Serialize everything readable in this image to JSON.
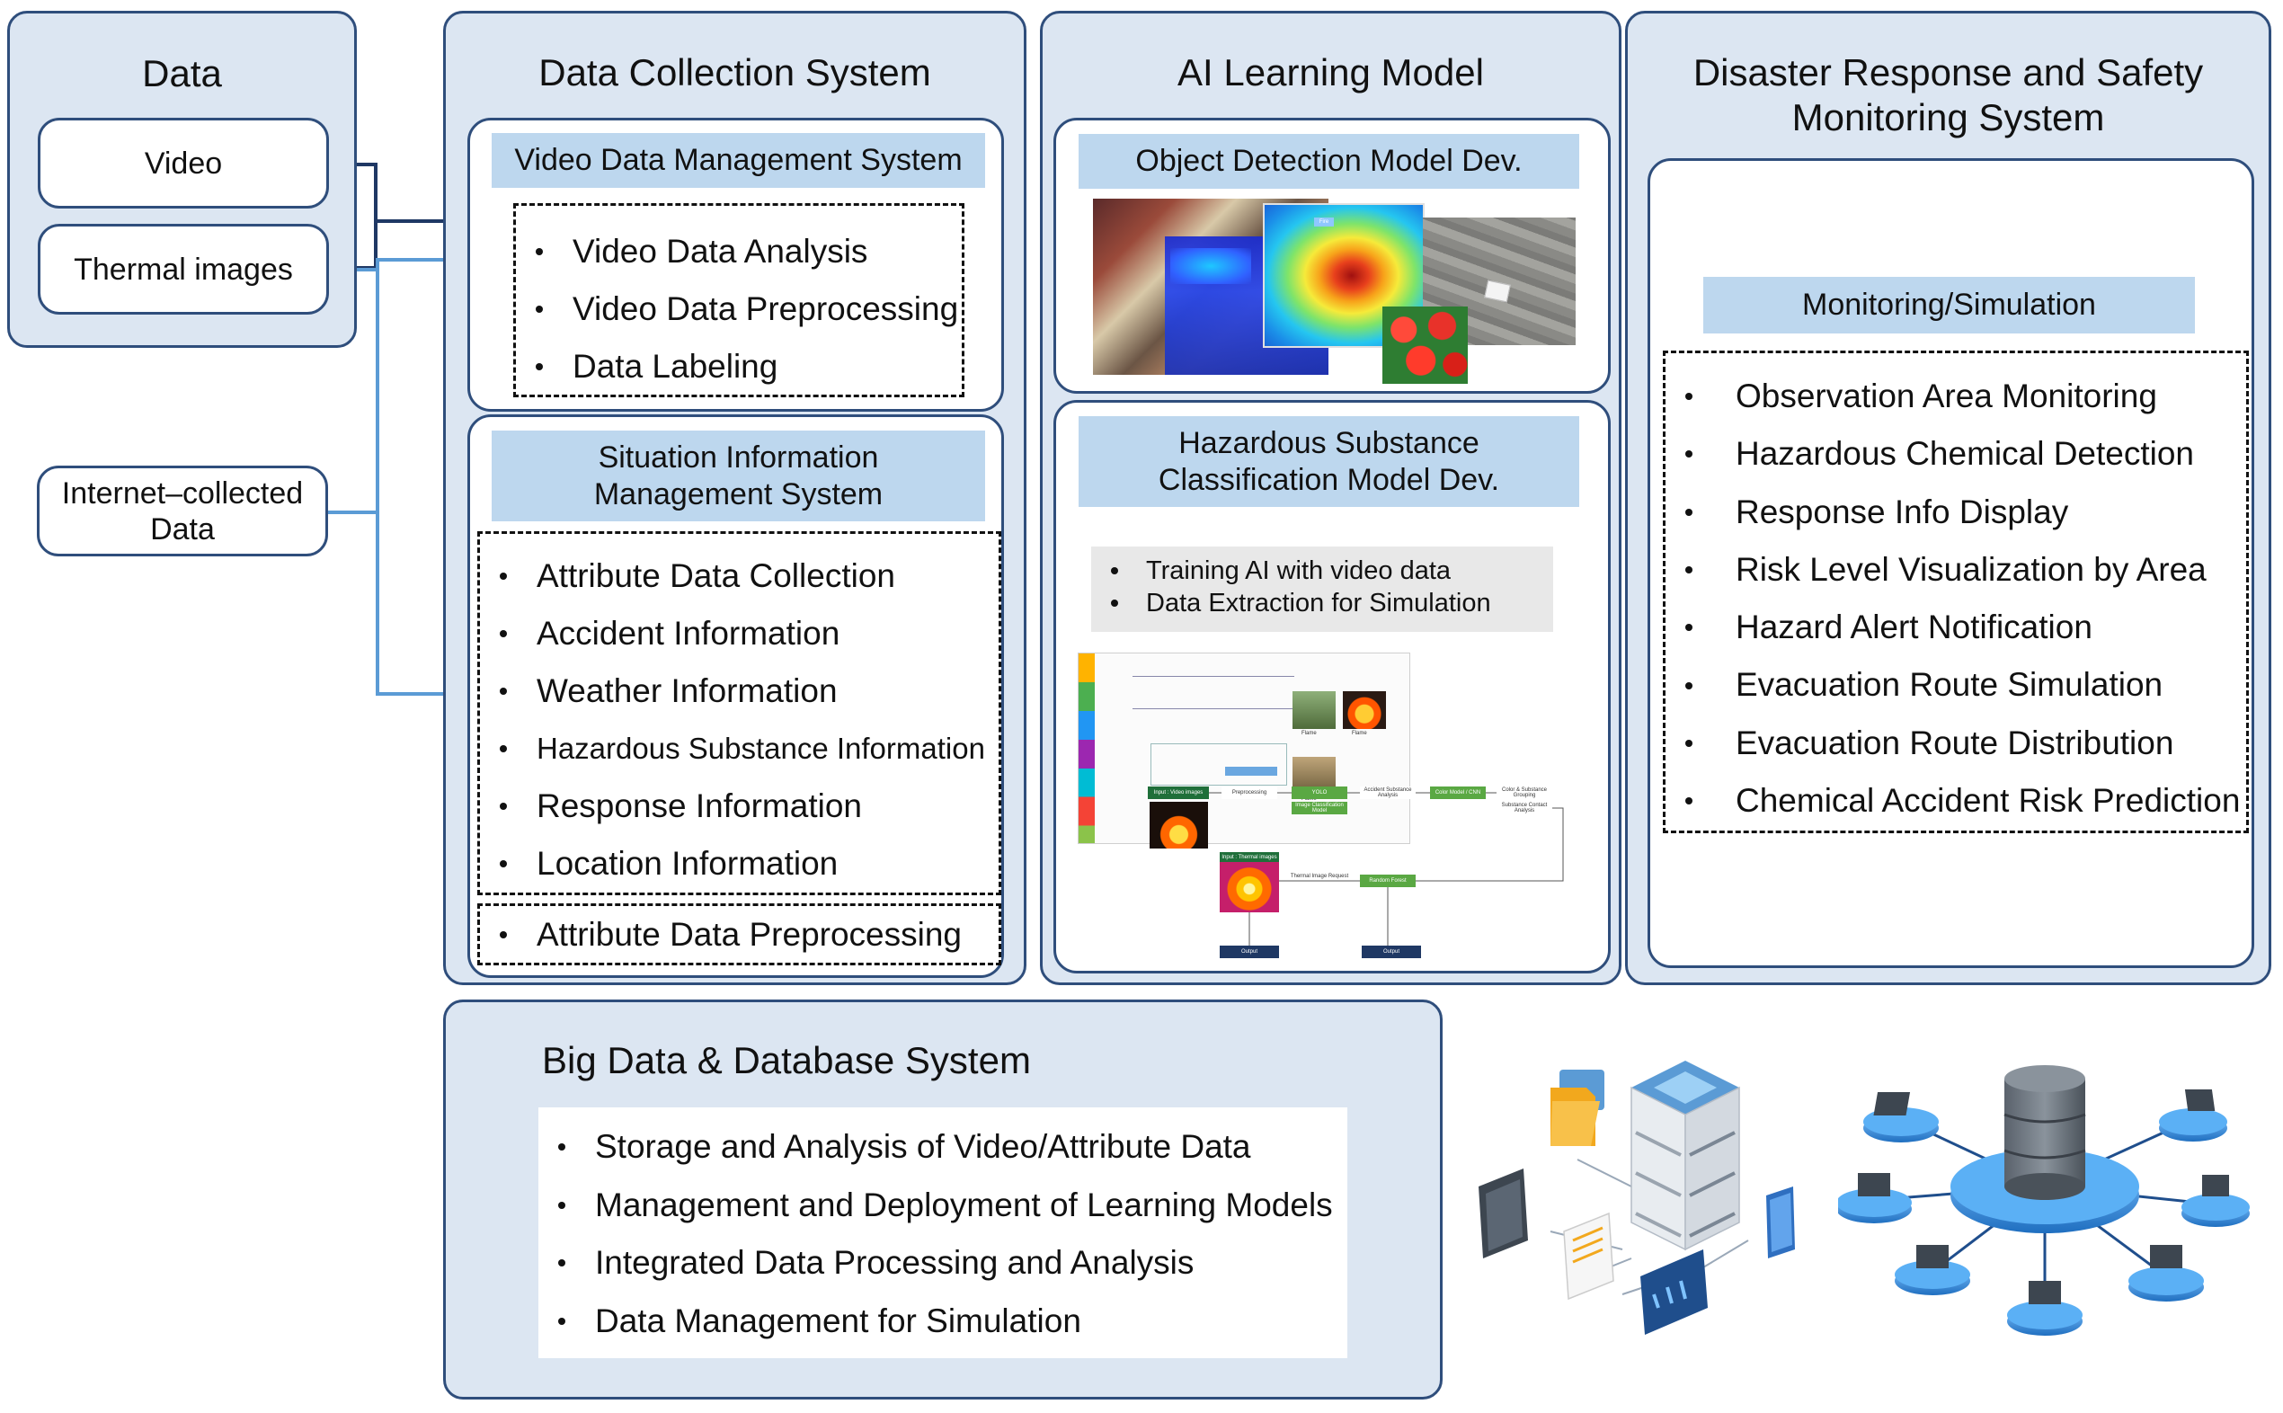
{
  "data_panel": {
    "title": "Data",
    "sources": [
      "Video",
      "Thermal images"
    ],
    "internet_source": "Internet–collected\nData"
  },
  "collection": {
    "title": "Data Collection System",
    "video_mgmt": {
      "title": "Video Data Management System",
      "items": [
        "Video Data Analysis",
        "Video Data Preprocessing",
        "Data Labeling"
      ]
    },
    "situation_mgmt": {
      "title": "Situation Information\nManagement System",
      "items": [
        "Attribute Data Collection",
        "Accident Information",
        "Weather Information",
        "Hazardous Substance Information",
        "Response Information",
        "Location Information"
      ],
      "preprocessing": "Attribute Data Preprocessing"
    }
  },
  "ai_model": {
    "title": "AI Learning Model",
    "object_detection": {
      "title": "Object Detection Model Dev.",
      "image_label": "Fire"
    },
    "hazard_class": {
      "title": "Hazardous Substance\nClassification Model Dev.",
      "items": [
        "Training AI with video data",
        "Data Extraction for Simulation"
      ],
      "flow_labels": [
        "Input : Video images",
        "Preprocessing",
        "YOLO",
        "Image Classification Model",
        "Accident Substance Analysis",
        "Color Model / CNN",
        "Color & Substance Grouping",
        "Substance Contact Analysis",
        "Input : Thermal images",
        "Thermal Image Request",
        "Random Forest",
        "Output",
        "Output",
        "Flame",
        "Flame",
        "Flame"
      ]
    }
  },
  "response": {
    "title": "Disaster Response and Safety\nMonitoring System",
    "subtitle": "Monitoring/Simulation",
    "items": [
      "Observation Area Monitoring",
      "Hazardous Chemical Detection",
      "Response Info Display",
      "Risk Level Visualization by Area",
      "Hazard Alert Notification",
      "Evacuation Route Simulation",
      "Evacuation Route Distribution",
      "Chemical Accident Risk Prediction"
    ]
  },
  "bigdata": {
    "title": "Big Data & Database System",
    "items": [
      "Storage and Analysis of Video/Attribute Data",
      "Management and Deployment of Learning Models",
      "Integrated Data Processing and Analysis",
      "Data Management for Simulation"
    ]
  },
  "colors": {
    "panel_fill": "#dce6f2",
    "panel_border": "#2f4e7c",
    "subheader_fill": "#bdd7ee",
    "arrow_dark": "#1f3864",
    "arrow_light": "#5b9bd5"
  },
  "icons": [
    "server-cluster-illustration-icon",
    "database-network-illustration-icon"
  ]
}
